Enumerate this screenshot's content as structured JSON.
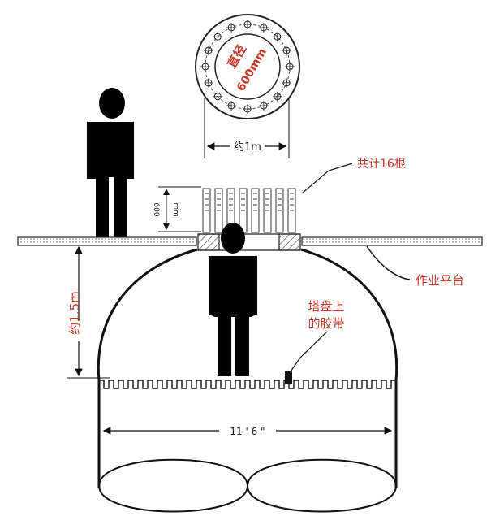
{
  "labels": {
    "diameter_line1": "直径",
    "diameter_line2": "600mm",
    "width_dim": "约1m",
    "count": "共计16根",
    "height_600_top": "600",
    "height_600_bottom": "mm",
    "depth": "约1.5m",
    "platform": "作业平台",
    "belt_line1": "塔盘上",
    "belt_line2": "的胶带",
    "span": "11 ' 6 \""
  },
  "colors": {
    "annotation": "#c0392b",
    "ink": "#111111"
  }
}
